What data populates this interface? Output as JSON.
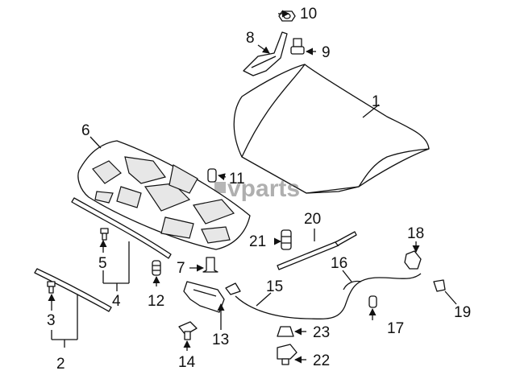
{
  "watermark": "vparts",
  "callouts": [
    {
      "key": "1",
      "label": "1"
    },
    {
      "key": "2",
      "label": "2"
    },
    {
      "key": "3",
      "label": "3"
    },
    {
      "key": "4",
      "label": "4"
    },
    {
      "key": "5",
      "label": "5"
    },
    {
      "key": "6",
      "label": "6"
    },
    {
      "key": "7",
      "label": "7"
    },
    {
      "key": "8",
      "label": "8"
    },
    {
      "key": "9",
      "label": "9"
    },
    {
      "key": "10",
      "label": "10"
    },
    {
      "key": "11",
      "label": "11"
    },
    {
      "key": "12",
      "label": "12"
    },
    {
      "key": "13",
      "label": "13"
    },
    {
      "key": "14",
      "label": "14"
    },
    {
      "key": "15",
      "label": "15"
    },
    {
      "key": "16",
      "label": "16"
    },
    {
      "key": "17",
      "label": "17"
    },
    {
      "key": "18",
      "label": "18"
    },
    {
      "key": "19",
      "label": "19"
    },
    {
      "key": "20",
      "label": "20"
    },
    {
      "key": "21",
      "label": "21"
    },
    {
      "key": "22",
      "label": "22"
    },
    {
      "key": "23",
      "label": "23"
    }
  ]
}
